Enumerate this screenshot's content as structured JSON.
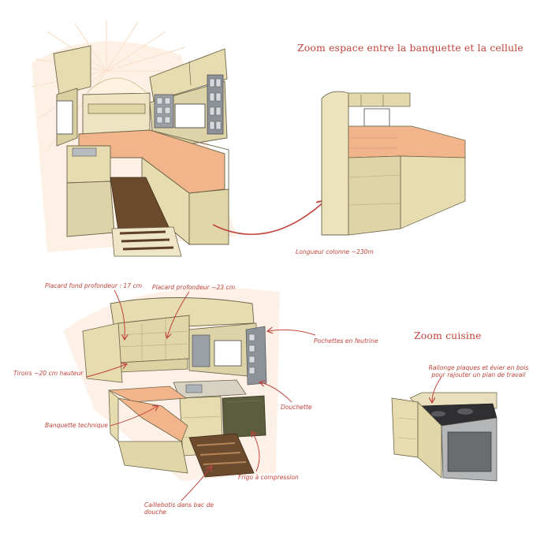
{
  "titles": {
    "zoom_banquette": "Zoom espace entre la banquette et la cellule",
    "zoom_cuisine": "Zoom cuisine"
  },
  "annotations": {
    "longueur_colonne": "Longueur colonne ~230m",
    "placard_fond": "Placard fond profondeur : 17 cm",
    "placard_profondeur": "Placard profondeur ~23 cm",
    "pochettes": "Pochettes en feutrine",
    "tiroirs": "Tiroirs ~20 cm hauteur",
    "douchette": "Douchette",
    "banquette": "Banquette technique",
    "frigo": "Frigo à compression",
    "caillebotis": "Caillebotis dans bac de douche",
    "rallonge": "Rallonge plaques et évier en bois pour rajouter un plan de travail"
  },
  "colors": {
    "annotation_red": "#c0443c",
    "wood_light": "#e6dcb0",
    "cushion_orange": "#f2b48a",
    "fridge_olive": "#5b5d3e",
    "floor_brown": "#6b4a2e"
  }
}
